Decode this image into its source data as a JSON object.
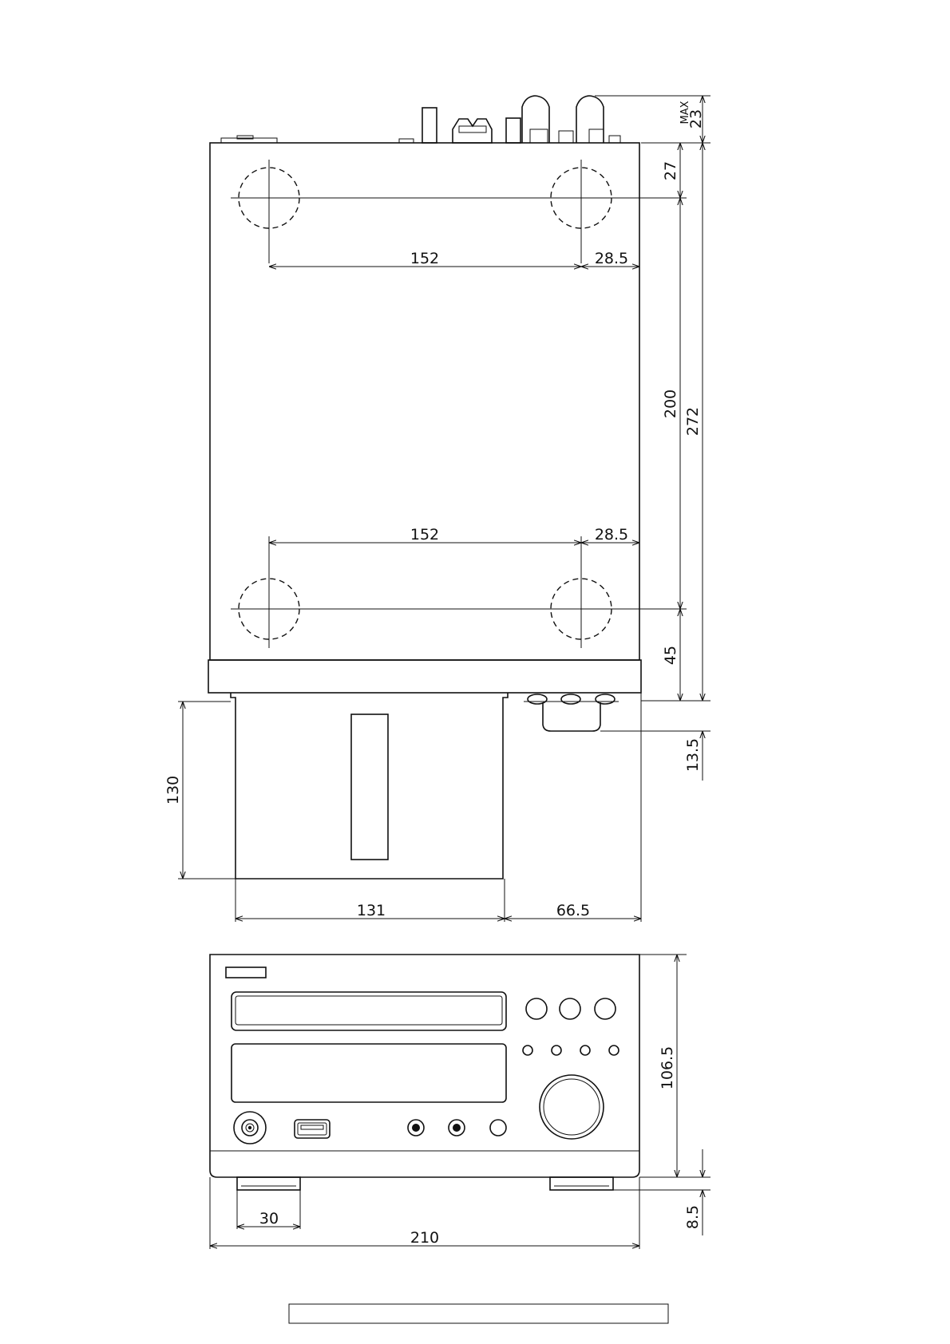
{
  "top_view": {
    "foot_spacing_top": "152",
    "foot_edge_offset_top": "28.5",
    "foot_spacing_bottom": "152",
    "foot_edge_offset_bottom": "28.5",
    "rear_foot_offset": "27",
    "foot_distance": "200",
    "total_depth": "272",
    "front_foot_offset": "45",
    "max_label": "MAX",
    "max_value": "23",
    "knob_protrusion": "13.5",
    "drawer_depth": "130",
    "drawer_width": "131",
    "drawer_side_offset": "66.5"
  },
  "front_view": {
    "height": "106.5",
    "foot_height": "8.5",
    "foot_width": "30",
    "total_width": "210"
  },
  "title_block": {
    "text": ""
  }
}
